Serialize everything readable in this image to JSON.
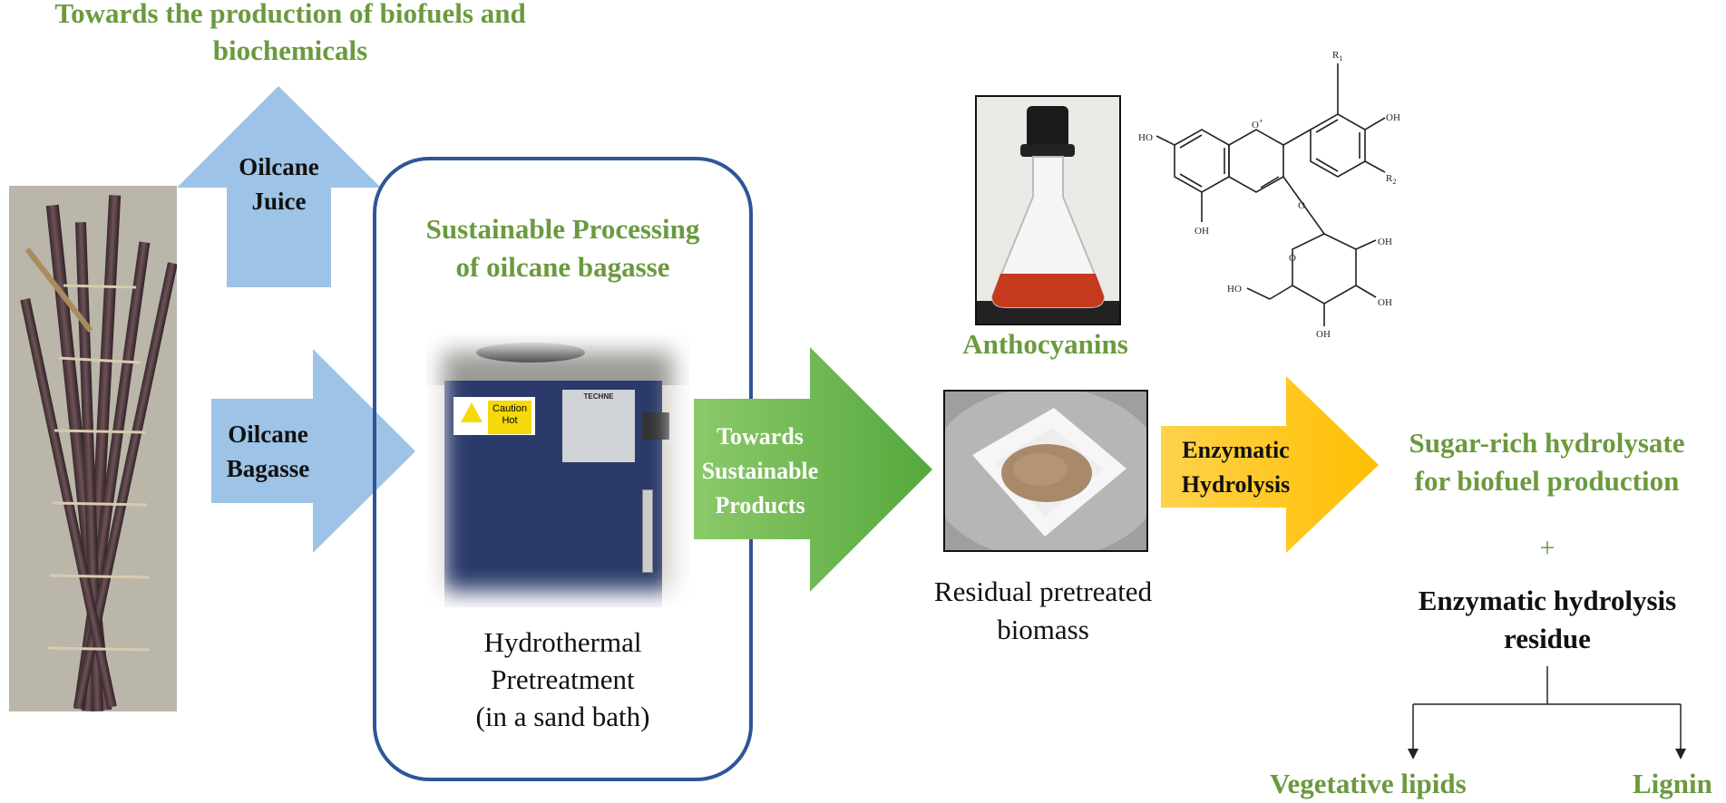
{
  "top_caption": "Towards the production of biofuels and biochemicals",
  "juice_arrow": {
    "line1": "Oilcane",
    "line2": "Juice"
  },
  "bagasse_arrow": {
    "line1": "Oilcane",
    "line2": "Bagasse"
  },
  "box": {
    "title_line1": "Sustainable Processing",
    "title_line2": "of oilcane bagasse",
    "caption_line1": "Hydrothermal",
    "caption_line2": "Pretreatment",
    "caption_line3": "(in a sand bath)",
    "machine_label": "Caution Hot",
    "machine_brand": "TECHNE"
  },
  "products_arrow": {
    "line1": "Towards",
    "line2": "Sustainable",
    "line3": "Products"
  },
  "anthocyanins_label": "Anthocyanins",
  "molecule": {
    "r1": "R",
    "r1_sub": "1",
    "r2": "R",
    "r2_sub": "2",
    "oh": "OH",
    "ho": "HO",
    "o_plus": "O",
    "o": "O",
    "plus_sign": "+"
  },
  "residual_caption": {
    "line1": "Residual pretreated",
    "line2": "biomass"
  },
  "enzymatic_arrow": {
    "line1": "Enzymatic",
    "line2": "Hydrolysis"
  },
  "hydrolysate_label": {
    "line1": "Sugar-rich hydrolysate",
    "line2": "for biofuel production"
  },
  "plus": "+",
  "residue_label": {
    "line1": "Enzymatic hydrolysis",
    "line2": "residue"
  },
  "outputs": {
    "left": "Vegetative lipids",
    "right": "Lignin"
  },
  "colors": {
    "green_text": "#6b9a3e",
    "blue_arrow": "#9dc3e6",
    "green_arrow": "#6ab04c",
    "orange_arrow": "#ffc000",
    "box_border": "#2f5597"
  }
}
